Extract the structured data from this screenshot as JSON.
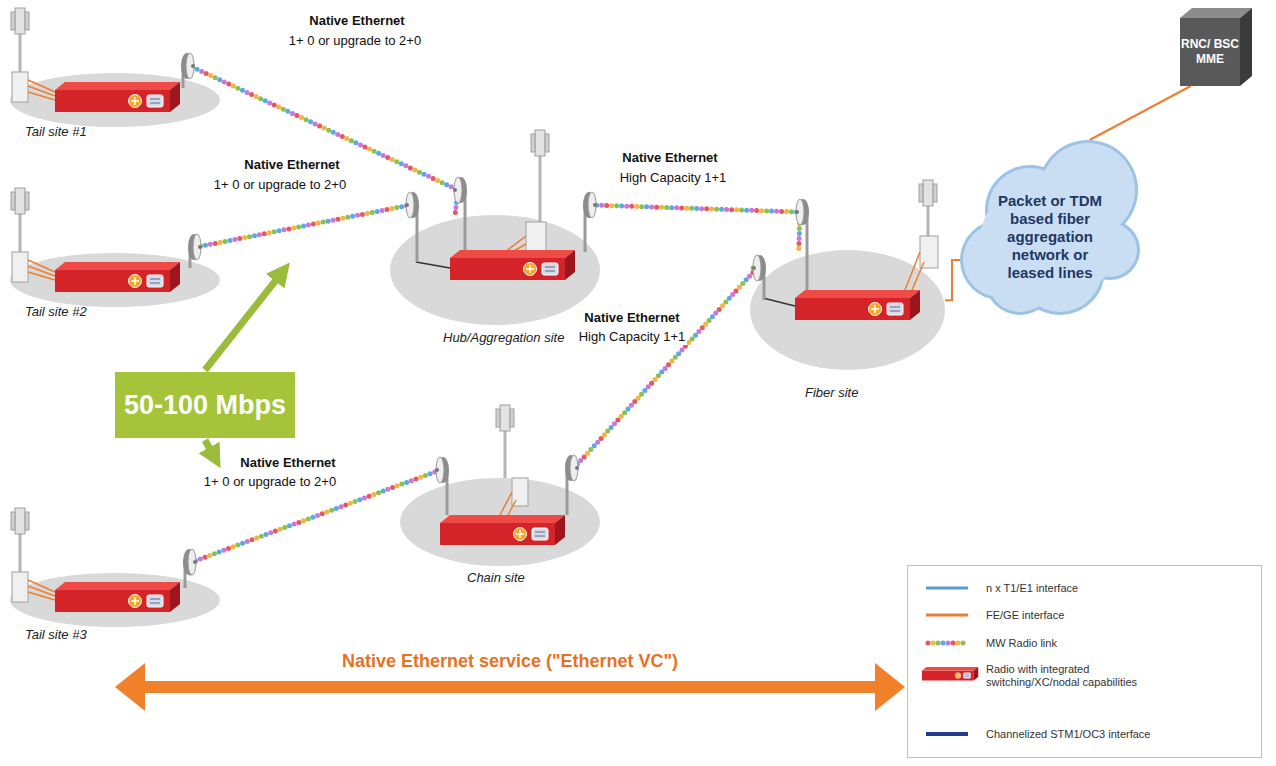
{
  "diagram": {
    "nodes": [
      {
        "text": [
          "Tail site #1"
        ]
      },
      {
        "text": [
          "RNC/ BSC MME"
        ]
      },
      {
        "text": [
          "Tail site #2"
        ]
      },
      {
        "text": [
          "Hub/Aggregation site"
        ]
      },
      {
        "text": [
          "Fiber site"
        ]
      },
      {
        "text": [
          "Packet or TDM based fiber aggregation network or leased lines"
        ]
      },
      {
        "text": [
          "50-100 Mbps"
        ]
      },
      {
        "text": [
          "Chain site"
        ]
      },
      {
        "text": [
          "Tail site #3"
        ]
      }
    ],
    "edges": [
      {
        "from": 0,
        "to": 3,
        "arrow": "none",
        "label": "Native Ethernet"
      },
      {
        "from": 2,
        "to": 3,
        "arrow": "none",
        "label": "Native Ethernet"
      },
      {
        "from": 3,
        "to": 4,
        "arrow": "none",
        "label": "Native Ethernet"
      },
      {
        "from": 7,
        "to": 4,
        "arrow": "none",
        "label": "Native Ethernet"
      },
      {
        "from": 8,
        "to": 7,
        "arrow": "none",
        "label": "Native Ethernet"
      },
      {
        "from": 4,
        "to": 5,
        "arrow": "none"
      },
      {
        "from": 5,
        "to": 1,
        "arrow": "none"
      }
    ],
    "labels": [
      "1+ 0 or upgrade to 2+0",
      "1+ 0 or upgrade to 2+0",
      "High Capacity 1+1",
      "High Capacity 1+1",
      "1+ 0 or upgrade to 2+0",
      "Native Ethernet service (\"Ethernet VC\")"
    ],
    "legend": [
      {
        "text": "n x T1/E1 interface"
      },
      {
        "text": "FE/GE interface"
      },
      {
        "text": "MW Radio link"
      },
      {
        "text": "Radio with integrated switching/XC/nodal capabilities"
      },
      {
        "text": "Channelized STM1/OC3 interface"
      }
    ]
  }
}
